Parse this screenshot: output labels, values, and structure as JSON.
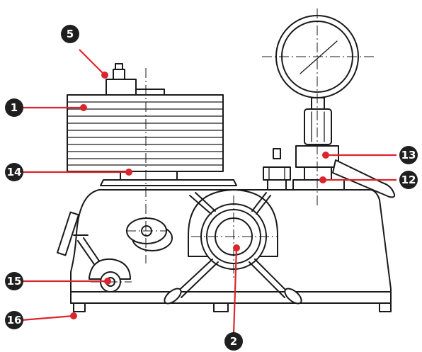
{
  "colors": {
    "line": "#1a1a1a",
    "leader": "#d9262c",
    "badge": "#1f1f1f",
    "badge_text": "#ffffff"
  },
  "callouts": [
    {
      "id": "c1",
      "number": "1"
    },
    {
      "id": "c2",
      "number": "2"
    },
    {
      "id": "c5",
      "number": "5"
    },
    {
      "id": "c12",
      "number": "12"
    },
    {
      "id": "c13",
      "number": "13"
    },
    {
      "id": "c14",
      "number": "14"
    },
    {
      "id": "c15",
      "number": "15"
    },
    {
      "id": "c16",
      "number": "16"
    }
  ]
}
